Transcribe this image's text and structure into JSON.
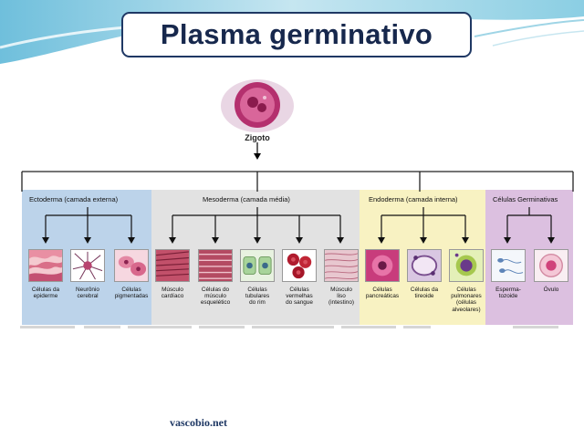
{
  "title": "Plasma germinativo",
  "zygote_label": "Zigoto",
  "sections": {
    "ectoderm": "Ectoderma (camada externa)",
    "mesoderm": "Mesoderma (camada média)",
    "endoderm": "Endoderma (camada interna)",
    "germ": "Células Germinativas"
  },
  "cells": [
    {
      "line1": "Células da",
      "line2": "epiderme",
      "line3": "",
      "line4": ""
    },
    {
      "line1": "Neurônio",
      "line2": "cerebral",
      "line3": "",
      "line4": ""
    },
    {
      "line1": "Células",
      "line2": "pigmentadas",
      "line3": "",
      "line4": ""
    },
    {
      "line1": "Músculo",
      "line2": "cardíaco",
      "line3": "",
      "line4": ""
    },
    {
      "line1": "Células do",
      "line2": "músculo",
      "line3": "esquelético",
      "line4": ""
    },
    {
      "line1": "Células",
      "line2": "tubulares",
      "line3": "do rim",
      "line4": ""
    },
    {
      "line1": "Células",
      "line2": "vermelhas",
      "line3": "do sangue",
      "line4": ""
    },
    {
      "line1": "Músculo",
      "line2": "liso",
      "line3": "(intestino)",
      "line4": ""
    },
    {
      "line1": "Células",
      "line2": "pancreáticas",
      "line3": "",
      "line4": ""
    },
    {
      "line1": "Células da",
      "line2": "tireoide",
      "line3": "",
      "line4": ""
    },
    {
      "line1": "Células",
      "line2": "pulmonares",
      "line3": "(células",
      "line4": "alveolares)"
    },
    {
      "line1": "Esperma-",
      "line2": "tozoide",
      "line3": "",
      "line4": ""
    },
    {
      "line1": "Óvulo",
      "line2": "",
      "line3": "",
      "line4": ""
    }
  ],
  "footer": "vascobio.net",
  "colors": {
    "title_text": "#17284d",
    "title_border": "#1f3864",
    "ectoderm_bg": "#bcd3ea",
    "mesoderm_bg": "#e2e2e2",
    "endoderm_bg": "#f8f2c2",
    "germ_bg": "#dcc0e0"
  }
}
